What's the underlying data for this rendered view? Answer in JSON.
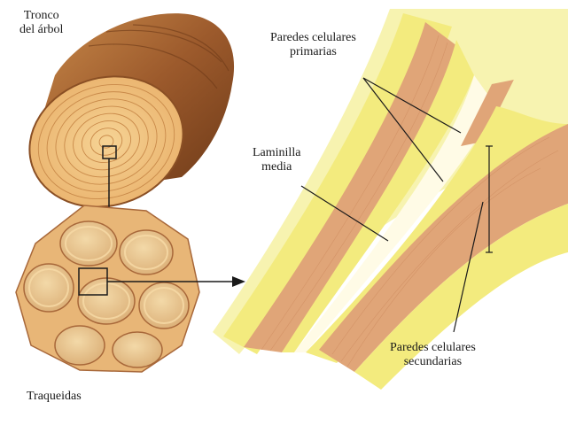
{
  "labels": {
    "trunk": {
      "line1": "Tronco",
      "line2": "del árbol"
    },
    "tracheids": "Traqueidas",
    "primary_walls": {
      "line1": "Paredes celulares",
      "line2": "primarias"
    },
    "middle_lamella": {
      "line1": "Laminilla",
      "line2": "media"
    },
    "secondary_walls": {
      "line1": "Paredes celulares",
      "line2": "secundarias"
    }
  },
  "colors": {
    "wood_bark": "#9c5a2c",
    "wood_face": "#f0c07a",
    "rings": "#c98a4a",
    "cell_wall_tan": "#e0a578",
    "secondary_wall_yellow": "#f3eb7e",
    "pale_yellow": "#f7f3b0",
    "lamella": "#fffbe6",
    "leader_line": "#1a1a1a"
  }
}
